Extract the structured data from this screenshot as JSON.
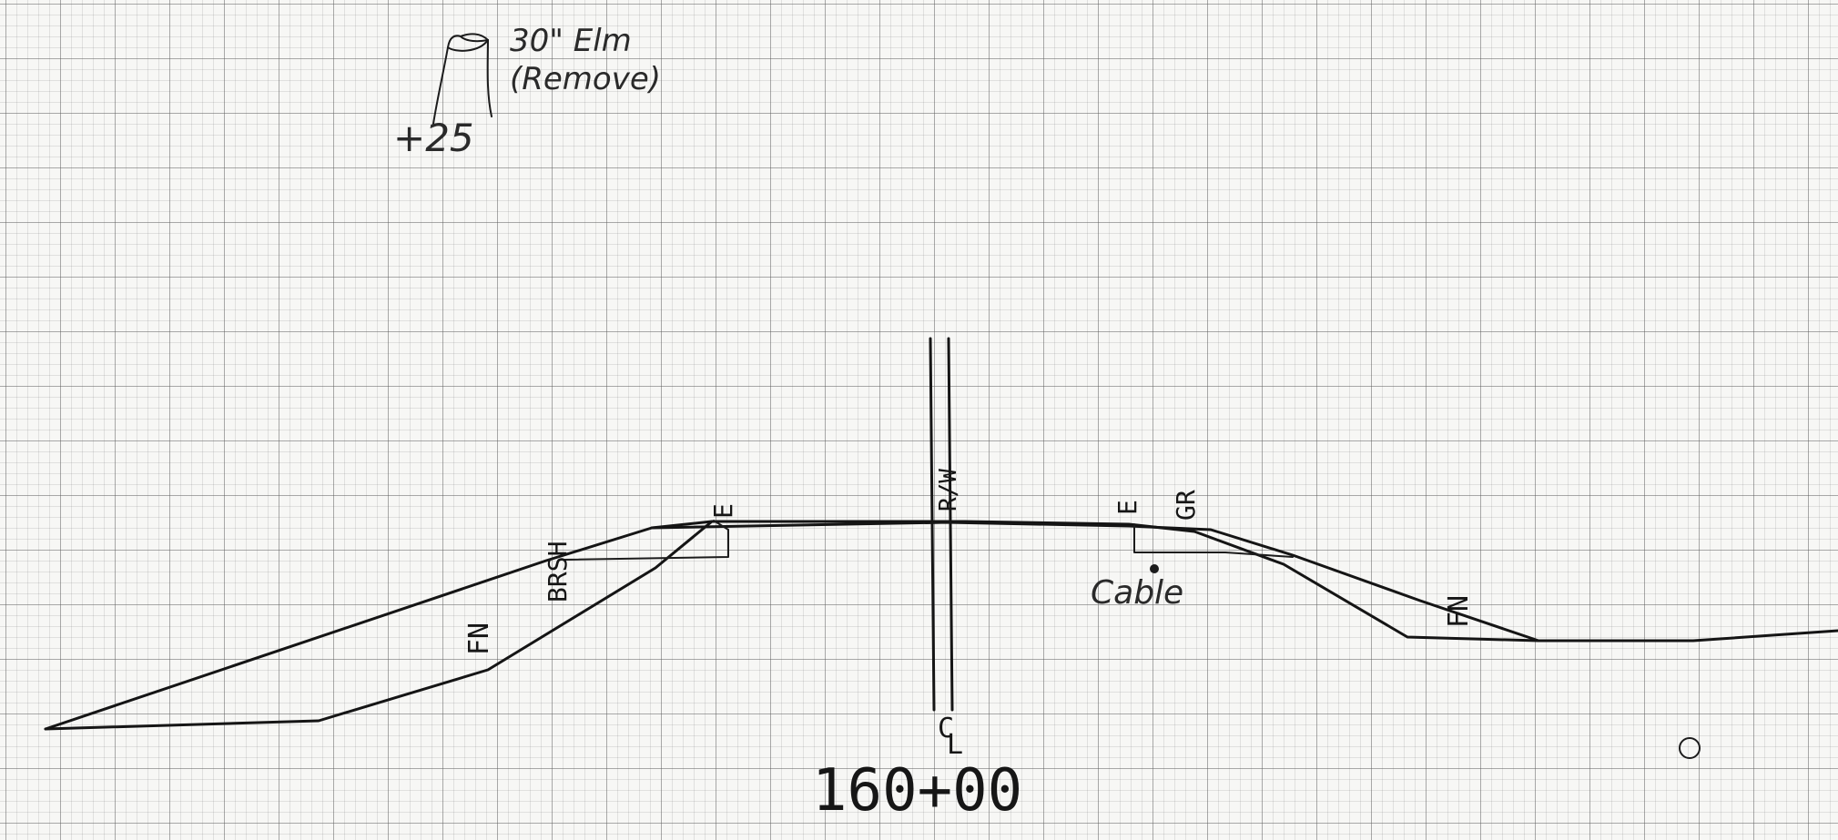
{
  "tree_note": {
    "size": "30\" Elm",
    "action": "(Remove)",
    "offset": "+25"
  },
  "labels": {
    "fn_left": "FN",
    "brsh": "BRSH",
    "e_left": "E",
    "rw": "R/W",
    "e_right": "E",
    "gr": "GR",
    "fn_right": "FN",
    "cable": "Cable",
    "centerline_c": "C",
    "centerline_l": "L"
  },
  "station": "160+00"
}
